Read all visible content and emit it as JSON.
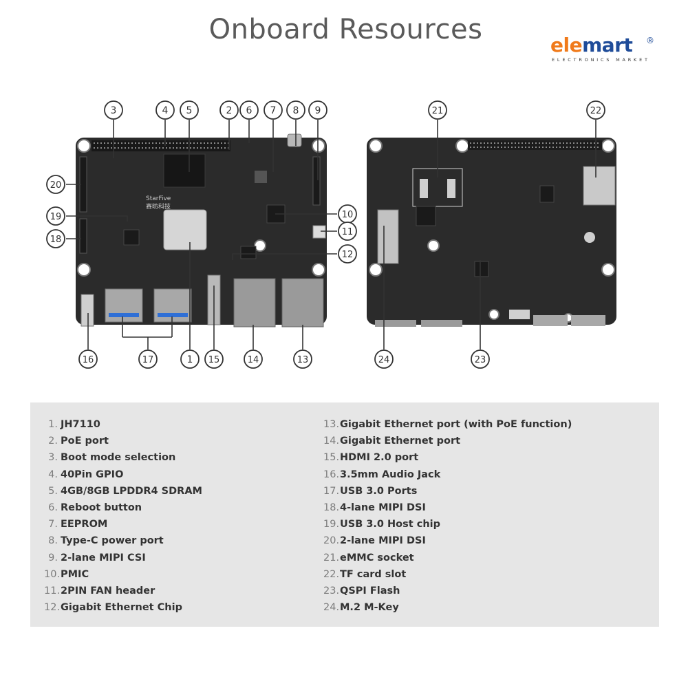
{
  "title": "Onboard Resources",
  "logo": {
    "ele": "ele",
    "mart": "mart",
    "reg": "®",
    "tagline": "ELECTRONICS MARKET",
    "colors": {
      "ele": "#f07a1a",
      "mart": "#1f4c99"
    }
  },
  "colors": {
    "board": "#2b2b2b",
    "board_dark": "#1f1f1f",
    "legend_bg": "#e6e6e6",
    "callout": "#333333"
  },
  "callouts_front": [
    "1",
    "2",
    "3",
    "4",
    "5",
    "6",
    "7",
    "8",
    "9",
    "10",
    "11",
    "12",
    "13",
    "14",
    "15",
    "16",
    "17",
    "18",
    "19",
    "20"
  ],
  "callouts_back": [
    "21",
    "22",
    "23",
    "24"
  ],
  "board_text": {
    "brand": "StarFive",
    "chinese": "赛昉科技"
  },
  "legend": {
    "left": [
      {
        "num": "1.",
        "label": "JH7110"
      },
      {
        "num": "2.",
        "label": "PoE port"
      },
      {
        "num": "3.",
        "label": "Boot mode selection"
      },
      {
        "num": "4.",
        "label": "40Pin GPIO"
      },
      {
        "num": "5.",
        "label": "4GB/8GB LPDDR4 SDRAM"
      },
      {
        "num": "6.",
        "label": "Reboot button"
      },
      {
        "num": "7.",
        "label": "EEPROM"
      },
      {
        "num": "8.",
        "label": "Type-C power port"
      },
      {
        "num": "9.",
        "label": "2-lane MIPI CSI"
      },
      {
        "num": "10.",
        "label": "PMIC"
      },
      {
        "num": "11.",
        "label": "2PIN FAN header"
      },
      {
        "num": "12.",
        "label": "Gigabit Ethernet Chip"
      }
    ],
    "right": [
      {
        "num": "13.",
        "label": "Gigabit Ethernet port (with PoE function)"
      },
      {
        "num": "14.",
        "label": "Gigabit Ethernet port"
      },
      {
        "num": "15.",
        "label": "HDMI 2.0 port"
      },
      {
        "num": "16.",
        "label": "3.5mm Audio Jack"
      },
      {
        "num": "17.",
        "label": "USB 3.0 Ports"
      },
      {
        "num": "18.",
        "label": "4-lane MIPI DSI"
      },
      {
        "num": "19.",
        "label": "USB 3.0 Host chip"
      },
      {
        "num": "20.",
        "label": "2-lane MIPI DSI"
      },
      {
        "num": "21.",
        "label": "eMMC socket"
      },
      {
        "num": "22.",
        "label": "TF card slot"
      },
      {
        "num": "23.",
        "label": "QSPI Flash"
      },
      {
        "num": "24.",
        "label": "M.2 M-Key"
      }
    ]
  }
}
